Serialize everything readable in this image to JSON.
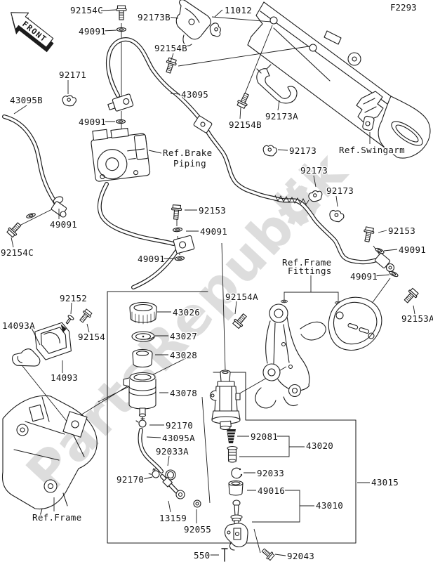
{
  "figure": {
    "code": "F2293",
    "front_label": "FRONT",
    "watermark": "PartsRepublik",
    "description": "Rear Master Cylinder exploded parts diagram"
  },
  "colors": {
    "line": "#1c1c1c",
    "label_text": "#141414",
    "background": "#ffffff",
    "watermark": "#d9d9d9"
  },
  "callouts": [
    {
      "text": "92154C"
    },
    {
      "text": "49091"
    },
    {
      "text": "92173B"
    },
    {
      "text": "11012"
    },
    {
      "text": "92154B"
    },
    {
      "text": "92171"
    },
    {
      "text": "43095B"
    },
    {
      "text": "49091"
    },
    {
      "text": "43095"
    },
    {
      "text": "92173A"
    },
    {
      "text": "92154B"
    },
    {
      "text": "Ref.Swingarm"
    },
    {
      "text": "92173"
    },
    {
      "text": "Ref.Brake"
    },
    {
      "text": "Piping"
    },
    {
      "text": "92173"
    },
    {
      "text": "92173"
    },
    {
      "text": "92153"
    },
    {
      "text": "49091"
    },
    {
      "text": "92153"
    },
    {
      "text": "49091"
    },
    {
      "text": "49091"
    },
    {
      "text": "49091"
    },
    {
      "text": "92154C"
    },
    {
      "text": "Ref.Frame"
    },
    {
      "text": "Fittings"
    },
    {
      "text": "49091"
    },
    {
      "text": "92153A"
    },
    {
      "text": "92154A"
    },
    {
      "text": "92152"
    },
    {
      "text": "14093A"
    },
    {
      "text": "92154"
    },
    {
      "text": "14093"
    },
    {
      "text": "43026"
    },
    {
      "text": "43027"
    },
    {
      "text": "43028"
    },
    {
      "text": "43078"
    },
    {
      "text": "92170"
    },
    {
      "text": "43095A"
    },
    {
      "text": "92033A"
    },
    {
      "text": "92170"
    },
    {
      "text": "13159"
    },
    {
      "text": "92055"
    },
    {
      "text": "92081"
    },
    {
      "text": "43020"
    },
    {
      "text": "92033"
    },
    {
      "text": "49016"
    },
    {
      "text": "43010"
    },
    {
      "text": "43015"
    },
    {
      "text": "550"
    },
    {
      "text": "92043"
    },
    {
      "text": "Ref.Frame"
    }
  ]
}
